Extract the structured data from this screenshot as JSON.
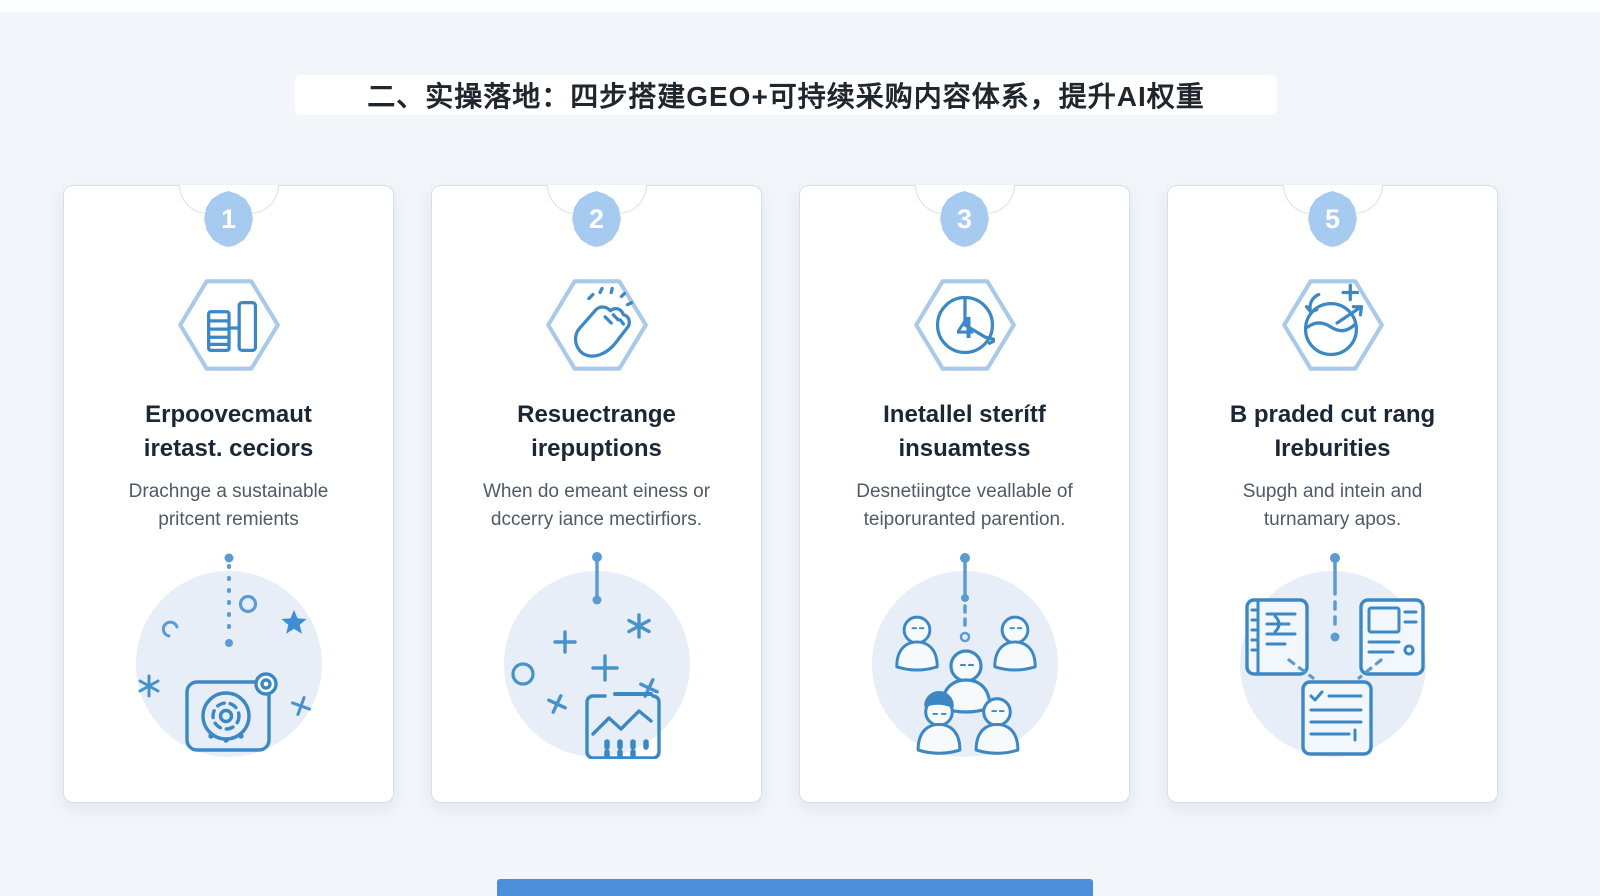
{
  "title": {
    "text": "二、实操落地：四步搭建GEO+可持续采购内容体系，提升AI权重"
  },
  "colors": {
    "page_bg": "#f2f5f9",
    "card_bg": "#ffffff",
    "card_border": "#d5e0ec",
    "badge_bg": "#a6caf0",
    "badge_text": "#ffffff",
    "hexagon_stroke": "#a9c9e8",
    "icon_stroke": "#3c88c4",
    "heading_text": "#1b2735",
    "desc_text": "#4f5a66",
    "illustration_bg": "#e8eef8",
    "illustration_stroke": "#4792c8",
    "star_fill": "#3e8ed6",
    "footer_bar": "#4b8fd9"
  },
  "cards": [
    {
      "number": "1",
      "icon": "bar-chart-document-icon",
      "illustration": "camera-star-sparkles-illustration",
      "title_line1": "Erpoovecmaut",
      "title_line2": "iretast. ceciors",
      "desc_line1": "Drachnge a sustainable",
      "desc_line2": "pritcent remients"
    },
    {
      "number": "2",
      "icon": "hand-gesture-icon",
      "illustration": "chart-plus-sparkles-illustration",
      "title_line1": "Resuectrange",
      "title_line2": "irepuptions",
      "desc_line1": "When do emeant einess or",
      "desc_line2": "dccerry iance mectirfiors."
    },
    {
      "number": "3",
      "icon": "clock-icon",
      "clock_digit": "4",
      "illustration": "people-group-illustration",
      "title_line1": "Inetallel sterítf",
      "title_line2": "insuamtess",
      "desc_line1": "Desnetiingtce veallable of",
      "desc_line2": "teiporuranted parention."
    },
    {
      "number": "5",
      "icon": "globe-growth-icon",
      "illustration": "documents-flow-illustration",
      "title_line1": "B praded cut rang",
      "title_line2": "Ireburities",
      "desc_line1": "Supgh and intein and",
      "desc_line2": "turnamary apos."
    }
  ]
}
